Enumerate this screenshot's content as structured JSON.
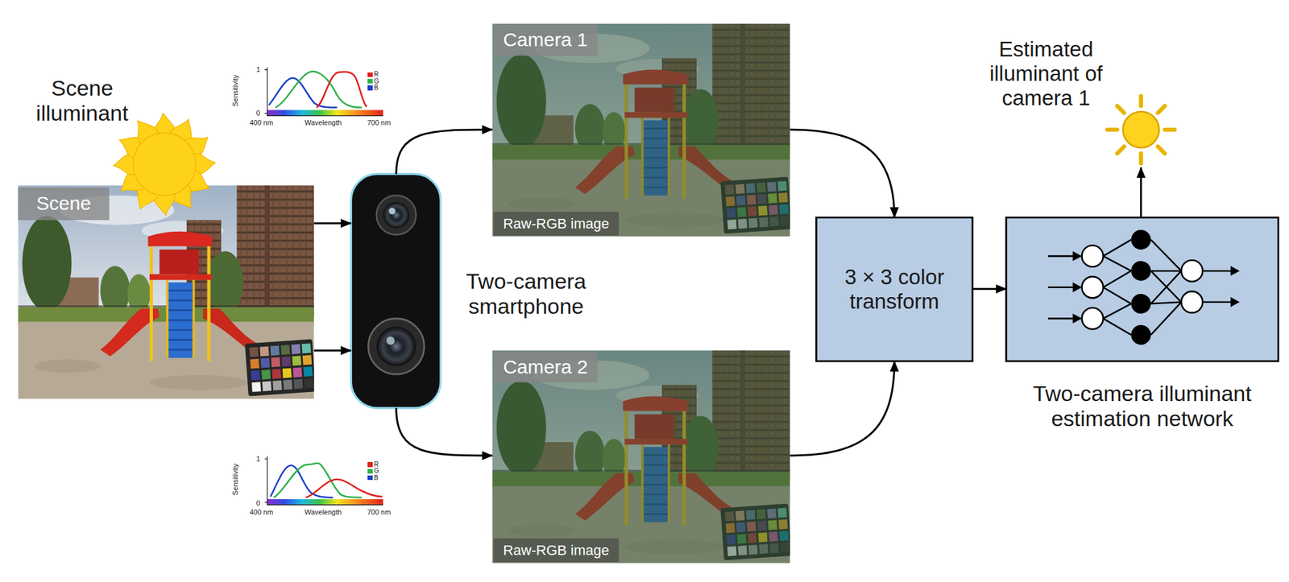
{
  "diagram": {
    "nodes": [
      {
        "text": [
          "Scene"
        ]
      },
      {
        "text": [
          "Two-camera smartphone"
        ]
      },
      {
        "text": [
          "Camera 1",
          "Raw-RGB image"
        ]
      },
      {
        "text": [
          "Camera 2",
          "Raw-RGB image"
        ]
      },
      {
        "text": [
          "3 × 3 color transform"
        ]
      },
      {
        "text": [
          "Two-camera illuminant estimation network"
        ]
      },
      {
        "text": [
          "Estimated illuminant of camera 1"
        ]
      }
    ],
    "edges": [
      {
        "from": 0,
        "to": 1,
        "arrow": "to"
      },
      {
        "from": 0,
        "to": 1,
        "arrow": "to"
      },
      {
        "from": 1,
        "to": 2,
        "arrow": "to"
      },
      {
        "from": 1,
        "to": 3,
        "arrow": "to"
      },
      {
        "from": 2,
        "to": 4,
        "arrow": "to"
      },
      {
        "from": 3,
        "to": 4,
        "arrow": "to"
      },
      {
        "from": 4,
        "to": 5,
        "arrow": "to"
      },
      {
        "from": 5,
        "to": 6,
        "arrow": "to"
      }
    ],
    "labels": [
      "Scene illuminant",
      "Sensitivity",
      "1",
      "0",
      "400 nm",
      "Wavelength",
      "700 nm",
      "Sensitivity",
      "1",
      "0",
      "400 nm",
      "Wavelength",
      "700 nm"
    ],
    "legend": [
      {
        "text": "R",
        "color": "#e0201b"
      },
      {
        "text": "G",
        "color": "#2cb24a"
      },
      {
        "text": "B",
        "color": "#1b3fc6"
      },
      {
        "text": "R",
        "color": "#e0201b"
      },
      {
        "text": "G",
        "color": "#2cb24a"
      },
      {
        "text": "B",
        "color": "#1b3fc6"
      }
    ]
  }
}
